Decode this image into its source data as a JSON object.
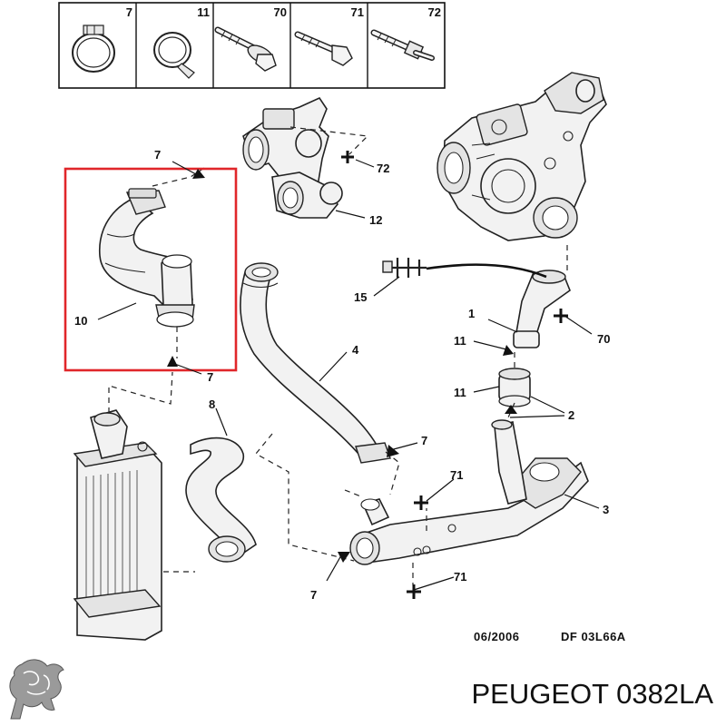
{
  "header_parts": [
    {
      "label": "7",
      "icon": "clamp-icon"
    },
    {
      "label": "11",
      "icon": "clamp-icon"
    },
    {
      "label": "70",
      "icon": "bolt-icon"
    },
    {
      "label": "71",
      "icon": "bolt-icon"
    },
    {
      "label": "72",
      "icon": "stud-icon"
    }
  ],
  "callouts": {
    "c7_top": "7",
    "c72": "72",
    "c12": "12",
    "c10": "10",
    "c7_left": "7",
    "c8": "8",
    "c4": "4",
    "c15": "15",
    "c1": "1",
    "c70": "70",
    "c11_a": "11",
    "c11_b": "11",
    "c2": "2",
    "c7_mid": "7",
    "c71_a": "71",
    "c3": "3",
    "c7_bottom": "7",
    "c71_b": "71"
  },
  "footer": {
    "date": "06/2006",
    "reference": "DF 03L66A",
    "brand_text": "PEUGEOT 0382LA"
  },
  "colors": {
    "highlight": "#e0262a",
    "line": "#222222"
  }
}
